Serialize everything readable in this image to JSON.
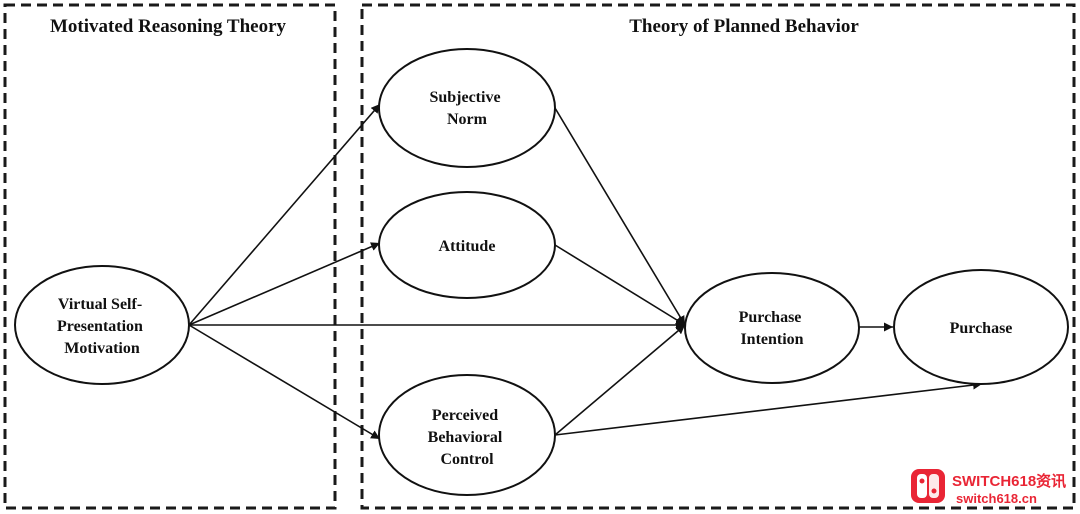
{
  "frames": {
    "left_title": "Motivated Reasoning Theory",
    "right_title": "Theory of Planned Behavior"
  },
  "nodes": {
    "vspm": [
      "Virtual Self-",
      "Presentation",
      "Motivation"
    ],
    "subjective_norm": [
      "Subjective",
      "Norm"
    ],
    "attitude": [
      "Attitude"
    ],
    "pbc": [
      "Perceived",
      "Behavioral",
      "Control"
    ],
    "purchase_intention": [
      "Purchase",
      "Intention"
    ],
    "purchase": [
      "Purchase"
    ]
  },
  "edges": [
    {
      "from": "vspm",
      "to": "subjective_norm"
    },
    {
      "from": "vspm",
      "to": "attitude"
    },
    {
      "from": "vspm",
      "to": "purchase_intention"
    },
    {
      "from": "vspm",
      "to": "pbc"
    },
    {
      "from": "subjective_norm",
      "to": "purchase_intention"
    },
    {
      "from": "attitude",
      "to": "purchase_intention"
    },
    {
      "from": "pbc",
      "to": "purchase_intention"
    },
    {
      "from": "pbc",
      "to": "purchase"
    },
    {
      "from": "purchase_intention",
      "to": "purchase"
    }
  ],
  "watermark": {
    "line1": "SWITCH618资讯",
    "line2": "switch618.cn",
    "color": "#e60012"
  },
  "colors": {
    "line": "#111111",
    "background": "#ffffff"
  }
}
